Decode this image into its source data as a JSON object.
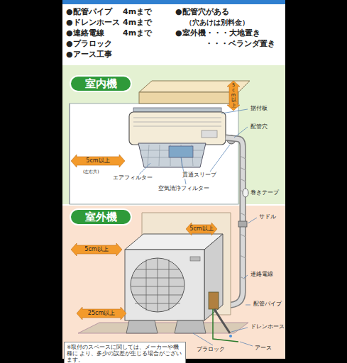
{
  "diagram": {
    "nodes": [
      {
        "text": [
          "室内機"
        ]
      },
      {
        "text": [
          "室外機"
        ]
      },
      {
        "text": [
          "※取付のスペースに関しては、メーカーや機種に より、多少の誤差が生じる場合がございます。"
        ]
      }
    ],
    "labels": [
      "●配管パイプ",
      "4mまで",
      "●ドレンホース",
      "4mまで",
      "●連絡電線",
      "4mまで",
      "●プラロック",
      "●アース工事",
      "●配管穴がある",
      "（穴あけは別料金）",
      "●室外機・・・大地置き",
      "・・・ベランダ置き",
      "据付板",
      "配管穴",
      "貫通スリーブ",
      "エアフィルター",
      "空気清浄フィルター",
      "巻きテープ",
      "5cm以上",
      "(左右共)",
      "5cm以上",
      "5cm以上",
      "5cm以上",
      "25cm以上",
      "サドル",
      "連絡電線",
      "配管パイプ",
      "ドレンホース",
      "プラロック",
      "アース"
    ]
  }
}
